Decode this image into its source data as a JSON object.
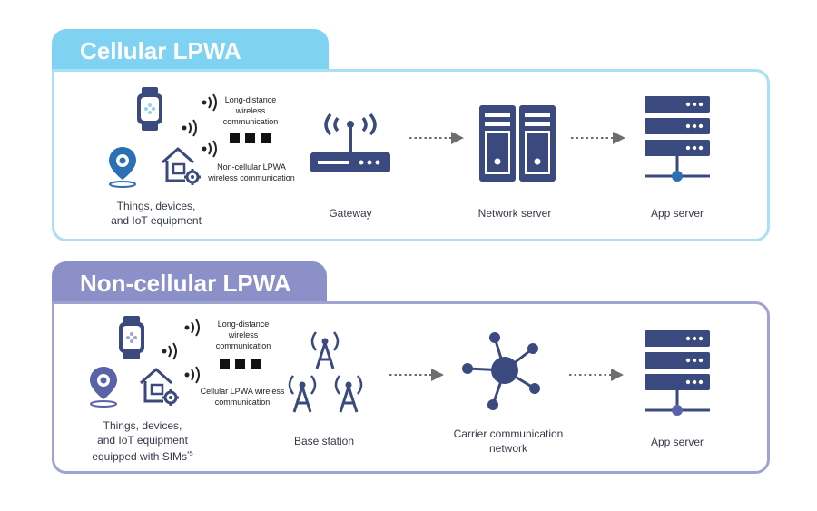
{
  "colors": {
    "cellular_accent": "#7fd2f2",
    "noncellular_accent": "#8b90c8",
    "icon_navy": "#3b4a7e",
    "icon_blue": "#2b6fb5",
    "arrow_gray": "#6e6e6e"
  },
  "cellular": {
    "title": "Cellular LPWA",
    "signal_top": "Long-distance wireless communication",
    "signal_bottom": "Non-cellular LPWA wireless communication",
    "things_label_1": "Things, devices,",
    "things_label_2": "and IoT equipment",
    "gateway": "Gateway",
    "network_server": "Network server",
    "app_server": "App server"
  },
  "noncellular": {
    "title": "Non-cellular LPWA",
    "signal_top": "Long-distance wireless communication",
    "signal_bottom": "Cellular LPWA wireless communication",
    "things_label_1": "Things, devices,",
    "things_label_2": "and IoT equipment",
    "things_label_3": "equipped with SIMs",
    "footnote_mark": "*5",
    "base_station": "Base station",
    "carrier_network": "Carrier communication network",
    "app_server": "App server"
  },
  "icons": [
    "smartwatch-icon",
    "location-pin-icon",
    "smart-home-icon",
    "wireless-signal-icon",
    "router-icon",
    "server-tower-icon",
    "server-rack-icon",
    "cell-tower-icon",
    "network-hub-icon",
    "arrow-icon"
  ]
}
